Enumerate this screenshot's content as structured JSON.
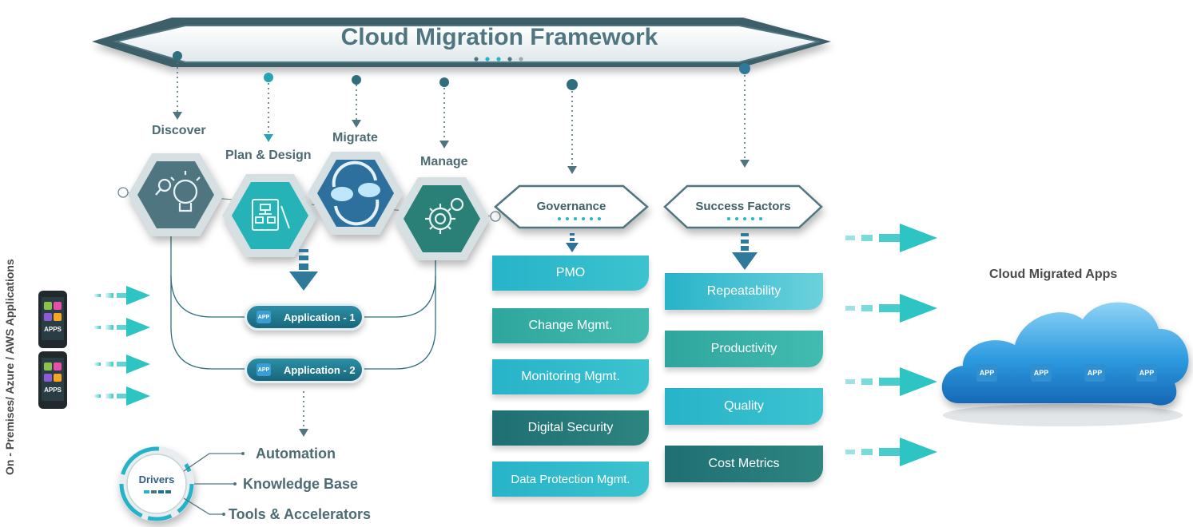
{
  "title": "Cloud Migration Framework",
  "stages": [
    {
      "label": "Discover",
      "icon": "lightbulb-icon"
    },
    {
      "label": "Plan & Design",
      "icon": "flowchart-icon"
    },
    {
      "label": "Migrate",
      "icon": "cloud-sync-icon"
    },
    {
      "label": "Manage",
      "icon": "gears-icon"
    }
  ],
  "governance": {
    "title": "Governance",
    "items": [
      "PMO",
      "Change Mgmt.",
      "Monitoring Mgmt.",
      "Digital Security",
      "Data Protection Mgmt."
    ]
  },
  "success_factors": {
    "title": "Success Factors",
    "items": [
      "Repeatability",
      "Productivity",
      "Quality",
      "Cost Metrics"
    ]
  },
  "applications": [
    "Application - 1",
    "Application - 2"
  ],
  "app_chip": "APP",
  "drivers": {
    "label": "Drivers",
    "items": [
      "Automation",
      "Knowledge Base",
      "Tools & Accelerators"
    ]
  },
  "source_label": "On - Premises/ Azure / AWS Applications",
  "phone_label": "APPS",
  "destination_label": "Cloud Migrated Apps",
  "colors": {
    "teal_dark": "#1f6f73",
    "teal": "#3aaea3",
    "cyan": "#27b3c9",
    "slate": "#4f7680",
    "arrow": "#2ec4c4"
  }
}
